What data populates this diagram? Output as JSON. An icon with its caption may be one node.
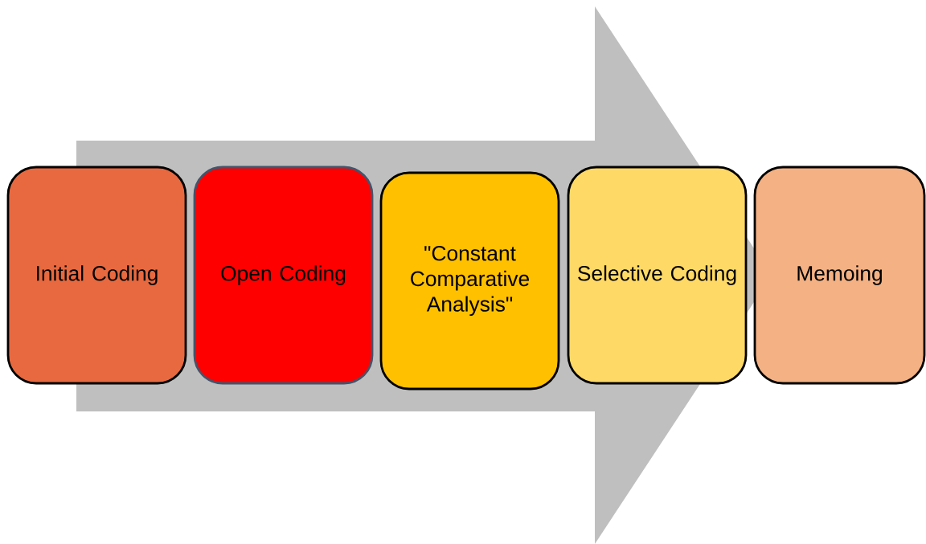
{
  "diagram": {
    "nodes": [
      {
        "text": [
          "Initial Coding"
        ]
      },
      {
        "text": [
          "Open Coding"
        ]
      },
      {
        "text": [
          "\"Constant Comparative Analysis\""
        ]
      },
      {
        "text": [
          "Selective Coding"
        ]
      },
      {
        "text": [
          "Memoing"
        ]
      }
    ],
    "edges": [
      {
        "from": 0,
        "to": 4,
        "arrow": "to"
      }
    ]
  }
}
